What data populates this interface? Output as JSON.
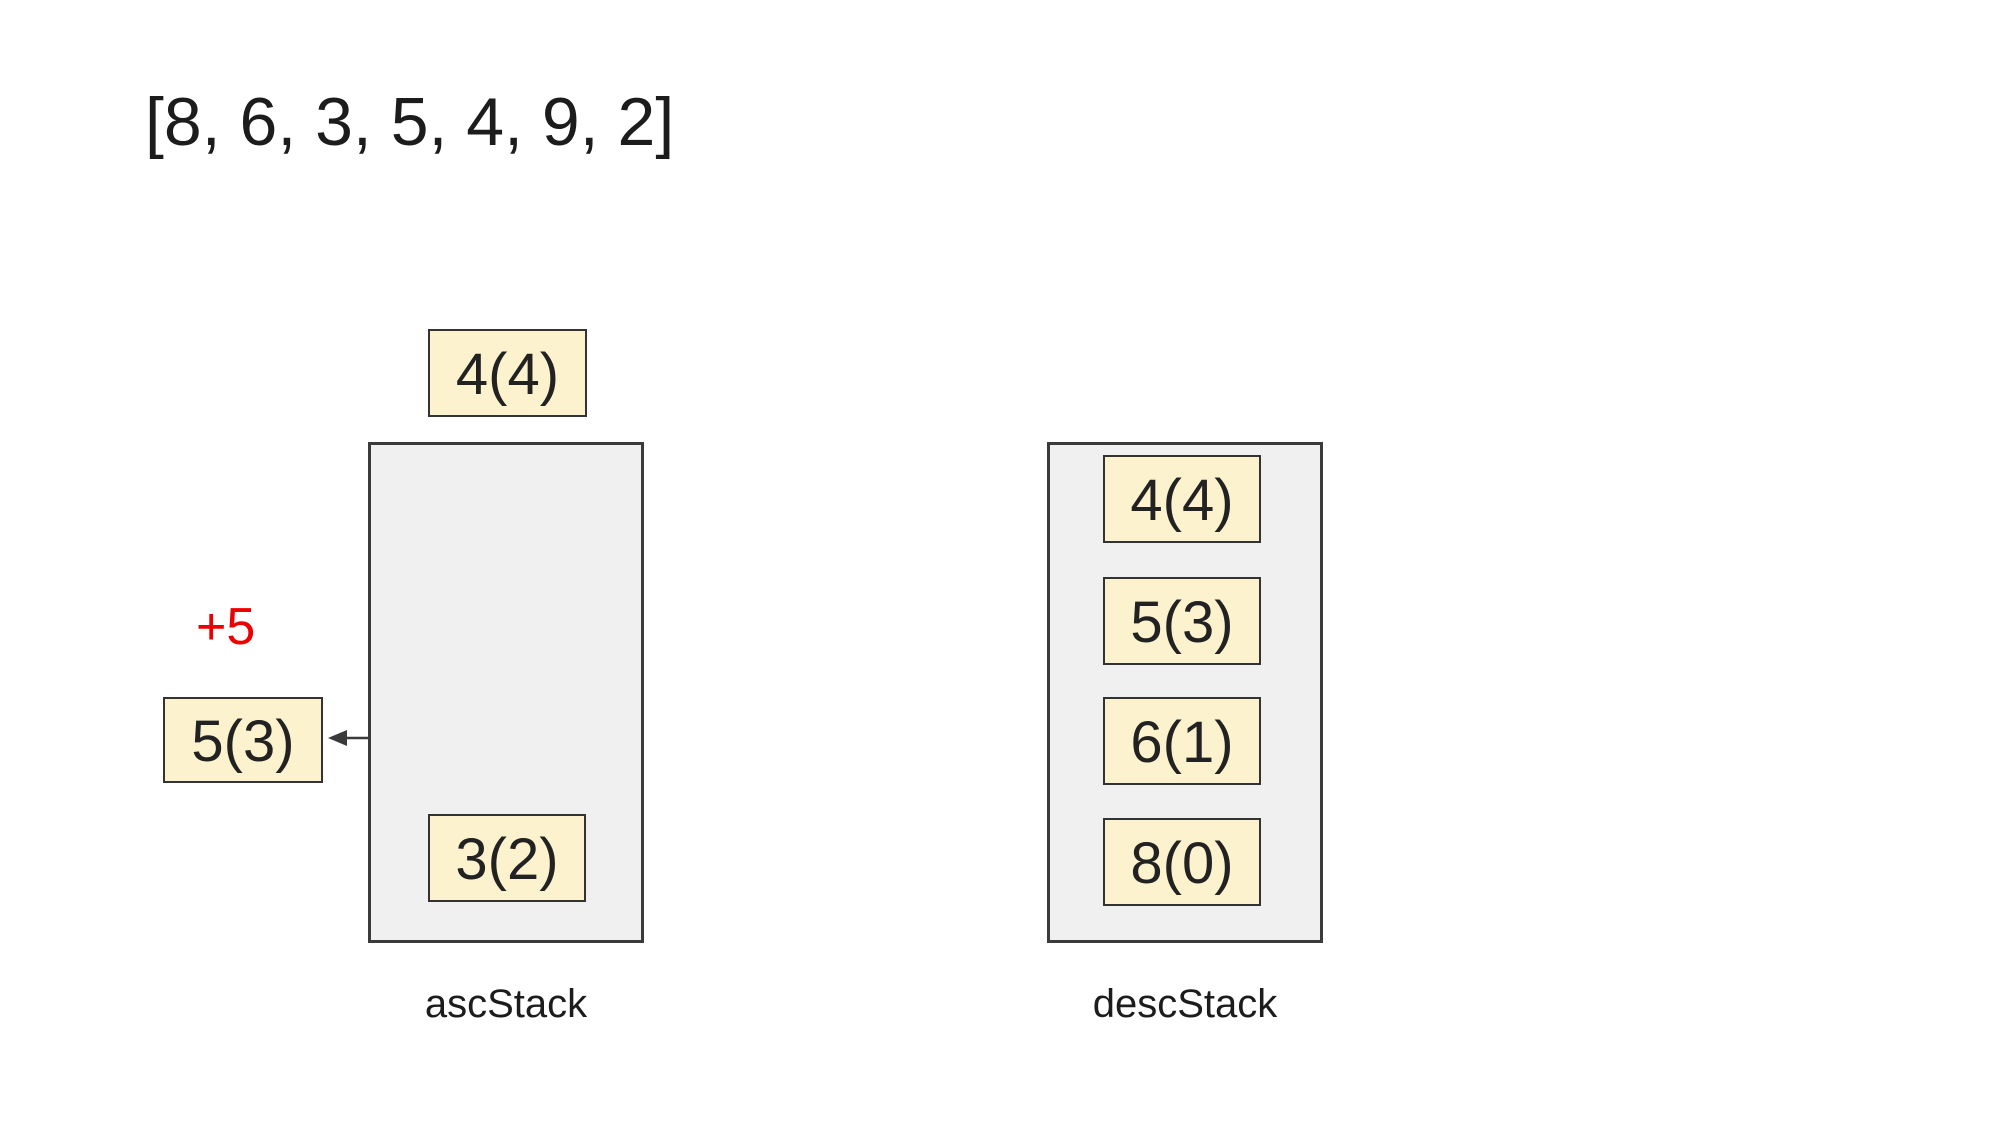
{
  "title": "[8, 6, 3, 5, 4, 9, 2]",
  "annotation": {
    "text": "+5"
  },
  "incoming_box": {
    "label": "4(4)"
  },
  "popped_box": {
    "label": "5(3)"
  },
  "asc_stack": {
    "label": "ascStack",
    "items": [
      "3(2)"
    ]
  },
  "desc_stack": {
    "label": "descStack",
    "items": [
      "4(4)",
      "5(3)",
      "6(1)",
      "8(0)"
    ]
  },
  "colors": {
    "box_fill": "#fcf2cd",
    "box_border": "#333333",
    "stack_fill": "#f0f0f0",
    "stack_border": "#3b3b3b",
    "annotation_red": "#ee0000",
    "arrow": "#3a3a3a",
    "text": "#1c1c1c"
  }
}
